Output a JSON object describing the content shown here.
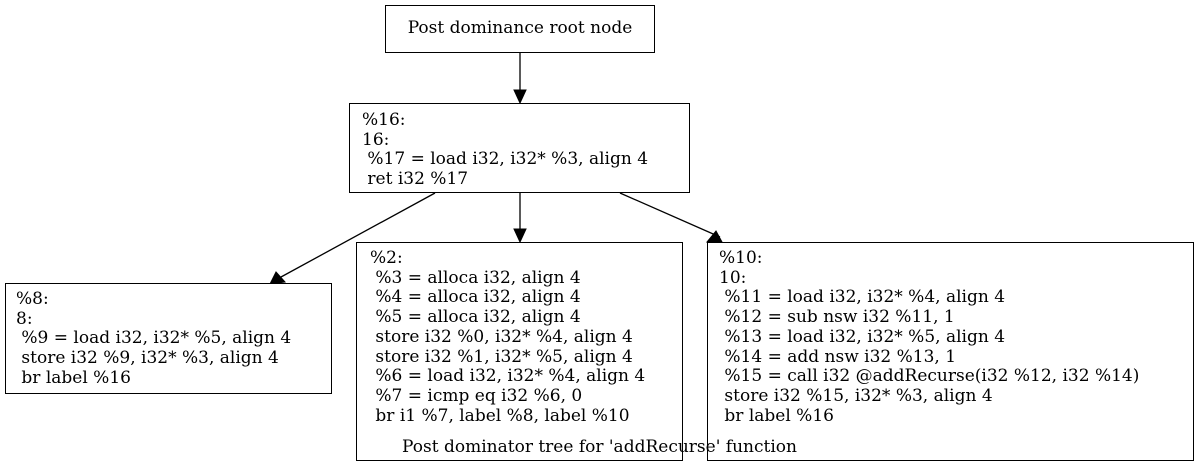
{
  "diagram": {
    "caption": "Post dominator tree for 'addRecurse' function",
    "root": {
      "label": "Post dominance root node"
    },
    "nodes": {
      "n16": {
        "lines": [
          "%16:",
          "16:",
          " %17 = load i32, i32* %3, align 4",
          " ret i32 %17"
        ]
      },
      "n8": {
        "lines": [
          "%8:",
          "8:",
          " %9 = load i32, i32* %5, align 4",
          " store i32 %9, i32* %3, align 4",
          " br label %16"
        ]
      },
      "n2": {
        "lines": [
          "%2:",
          " %3 = alloca i32, align 4",
          " %4 = alloca i32, align 4",
          " %5 = alloca i32, align 4",
          " store i32 %0, i32* %4, align 4",
          " store i32 %1, i32* %5, align 4",
          " %6 = load i32, i32* %4, align 4",
          " %7 = icmp eq i32 %6, 0",
          " br i1 %7, label %8, label %10"
        ]
      },
      "n10": {
        "lines": [
          "%10:",
          "10:",
          " %11 = load i32, i32* %4, align 4",
          " %12 = sub nsw i32 %11, 1",
          " %13 = load i32, i32* %5, align 4",
          " %14 = add nsw i32 %13, 1",
          " %15 = call i32 @addRecurse(i32 %12, i32 %14)",
          " store i32 %15, i32* %3, align 4",
          " br label %16"
        ]
      }
    },
    "edges": [
      {
        "from": "root",
        "to": "n16"
      },
      {
        "from": "n16",
        "to": "n8"
      },
      {
        "from": "n16",
        "to": "n2"
      },
      {
        "from": "n16",
        "to": "n10"
      }
    ]
  }
}
